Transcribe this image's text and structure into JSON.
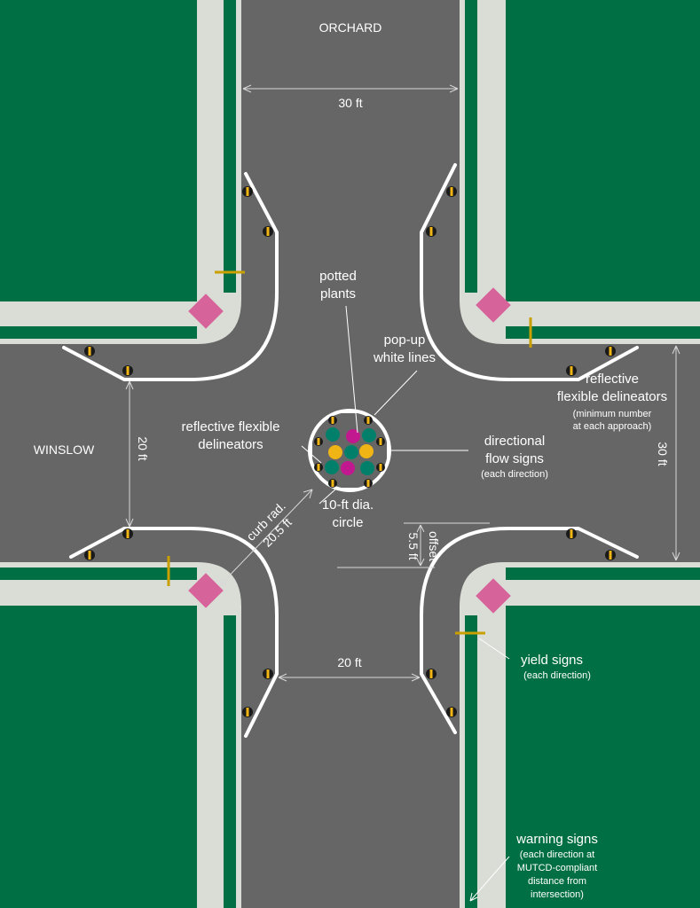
{
  "streets": {
    "north_south": "ORCHARD",
    "east_west": "WINSLOW"
  },
  "dimensions": {
    "orchard_width": "30 ft",
    "orchard_narrowed_width": "20 ft",
    "winslow_narrowed_width": "20 ft",
    "winslow_width": "30 ft",
    "curb_radius_line1": "curb rad.",
    "curb_radius_line2": "20.5 ft",
    "offset_value": "5.5 ft",
    "offset_label": "offset"
  },
  "labels": {
    "potted_plants": [
      "potted",
      "plants"
    ],
    "popup_lines": [
      "pop-up",
      "white lines"
    ],
    "delineators_right": [
      "reflective",
      "flexible delineators"
    ],
    "delineators_right_note": [
      "(minimum number",
      "at each approach)"
    ],
    "delineators_left": [
      "reflective flexible",
      "delineators"
    ],
    "directional_signs": [
      "directional",
      "flow signs"
    ],
    "directional_signs_note": "(each direction)",
    "circle": [
      "10-ft dia.",
      "circle"
    ],
    "yield_signs": "yield signs",
    "yield_signs_note": "(each direction)",
    "warning_signs": "warning signs",
    "warning_signs_note": [
      "(each direction at",
      "MUTCD-compliant",
      "distance from",
      "intersection)"
    ]
  },
  "colors": {
    "grass": "#006f43",
    "sidewalk": "#d9ddd6",
    "road": "#666666",
    "marker": "#d6649a",
    "delineator_band": "#f0b515",
    "plant_teal": "#00806a",
    "plant_yellow": "#f0b515",
    "plant_magenta": "#c2188f"
  }
}
